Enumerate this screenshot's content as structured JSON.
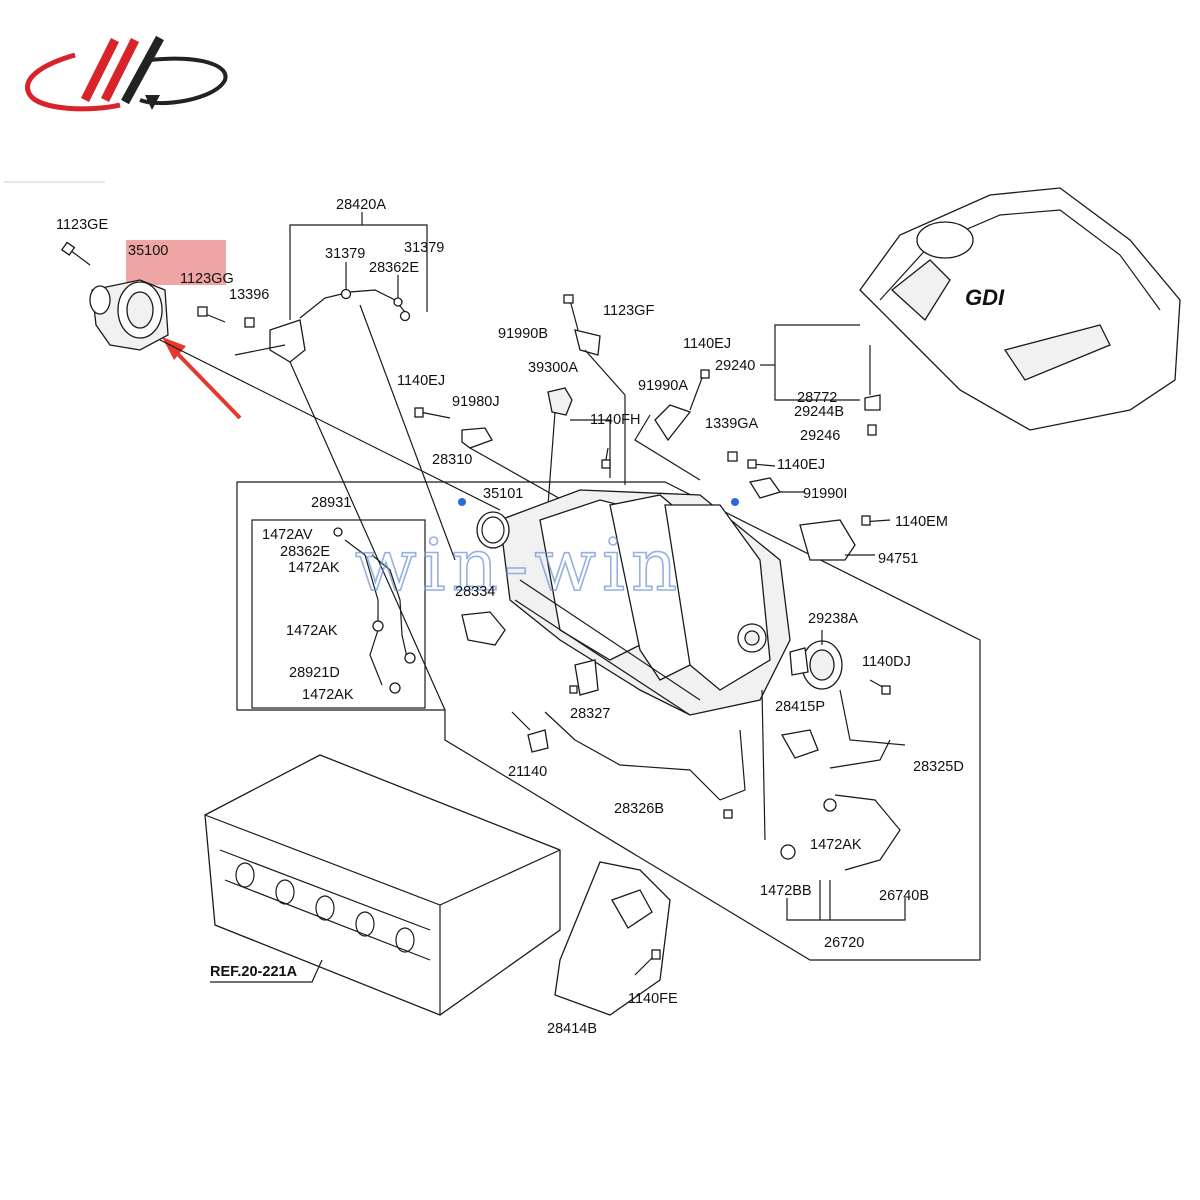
{
  "logo": {
    "name": "brand-logo",
    "colors": {
      "red": "#d8232a",
      "dark": "#222222"
    }
  },
  "watermark": {
    "text": "win-win"
  },
  "highlight": {
    "part": "35100",
    "color": "#e45b5b"
  },
  "labels": {
    "l_1123GE": "1123GE",
    "l_35100": "35100",
    "l_1123GG": "1123GG",
    "l_13396": "13396",
    "l_28420A": "28420A",
    "l_31379a": "31379",
    "l_31379b": "31379",
    "l_28362E_top": "28362E",
    "l_1123GF": "1123GF",
    "l_91990B": "91990B",
    "l_39300A": "39300A",
    "l_1140EJ_a": "1140EJ",
    "l_91980J": "91980J",
    "l_1140FH": "1140FH",
    "l_28310": "28310",
    "l_1140EJ_b": "1140EJ",
    "l_29240": "29240",
    "l_91990A": "91990A",
    "l_1339GA": "1339GA",
    "l_1140EJ_c": "1140EJ",
    "l_91990I": "91990I",
    "l_28772": "28772",
    "l_29244B": "29244B",
    "l_29246": "29246",
    "l_1140EM": "1140EM",
    "l_94751": "94751",
    "l_28931": "28931",
    "l_35101": "35101",
    "l_1472AV": "1472AV",
    "l_28362E_box": "28362E",
    "l_1472AK_1": "1472AK",
    "l_28334": "28334",
    "l_1472AK_2": "1472AK",
    "l_28921D": "28921D",
    "l_1472AK_3": "1472AK",
    "l_29238A": "29238A",
    "l_1140DJ": "1140DJ",
    "l_28327": "28327",
    "l_28415P": "28415P",
    "l_21140": "21140",
    "l_28325D": "28325D",
    "l_28326B": "28326B",
    "l_1472AK_4": "1472AK",
    "l_1472BB": "1472BB",
    "l_26740B": "26740B",
    "l_26720": "26720",
    "l_REF": "REF.20-221A",
    "l_1140FE": "1140FE",
    "l_28414B": "28414B",
    "l_cover": "GDI"
  }
}
